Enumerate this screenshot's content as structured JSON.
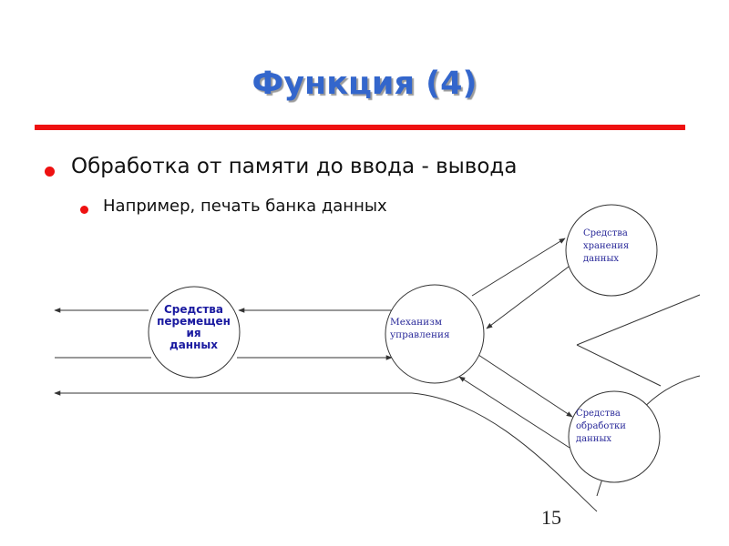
{
  "title": "Функция (4)",
  "bullets": {
    "level1": "Обработка от памяти до ввода - вывода",
    "level2": "Например, печать банка данных"
  },
  "diagram": {
    "nodes": {
      "transfer": "Средства\nперемещен\nия\nданных",
      "control": "Механизм\n управления",
      "storage": "Средства\nхранения\nданных",
      "processing": "Средства\nобработки\nданных"
    }
  },
  "page_number": "15",
  "colors": {
    "title": "#3366cc",
    "rule": "#ee1111",
    "bullet": "#ee1111",
    "node_text": "#1a1aa0"
  }
}
